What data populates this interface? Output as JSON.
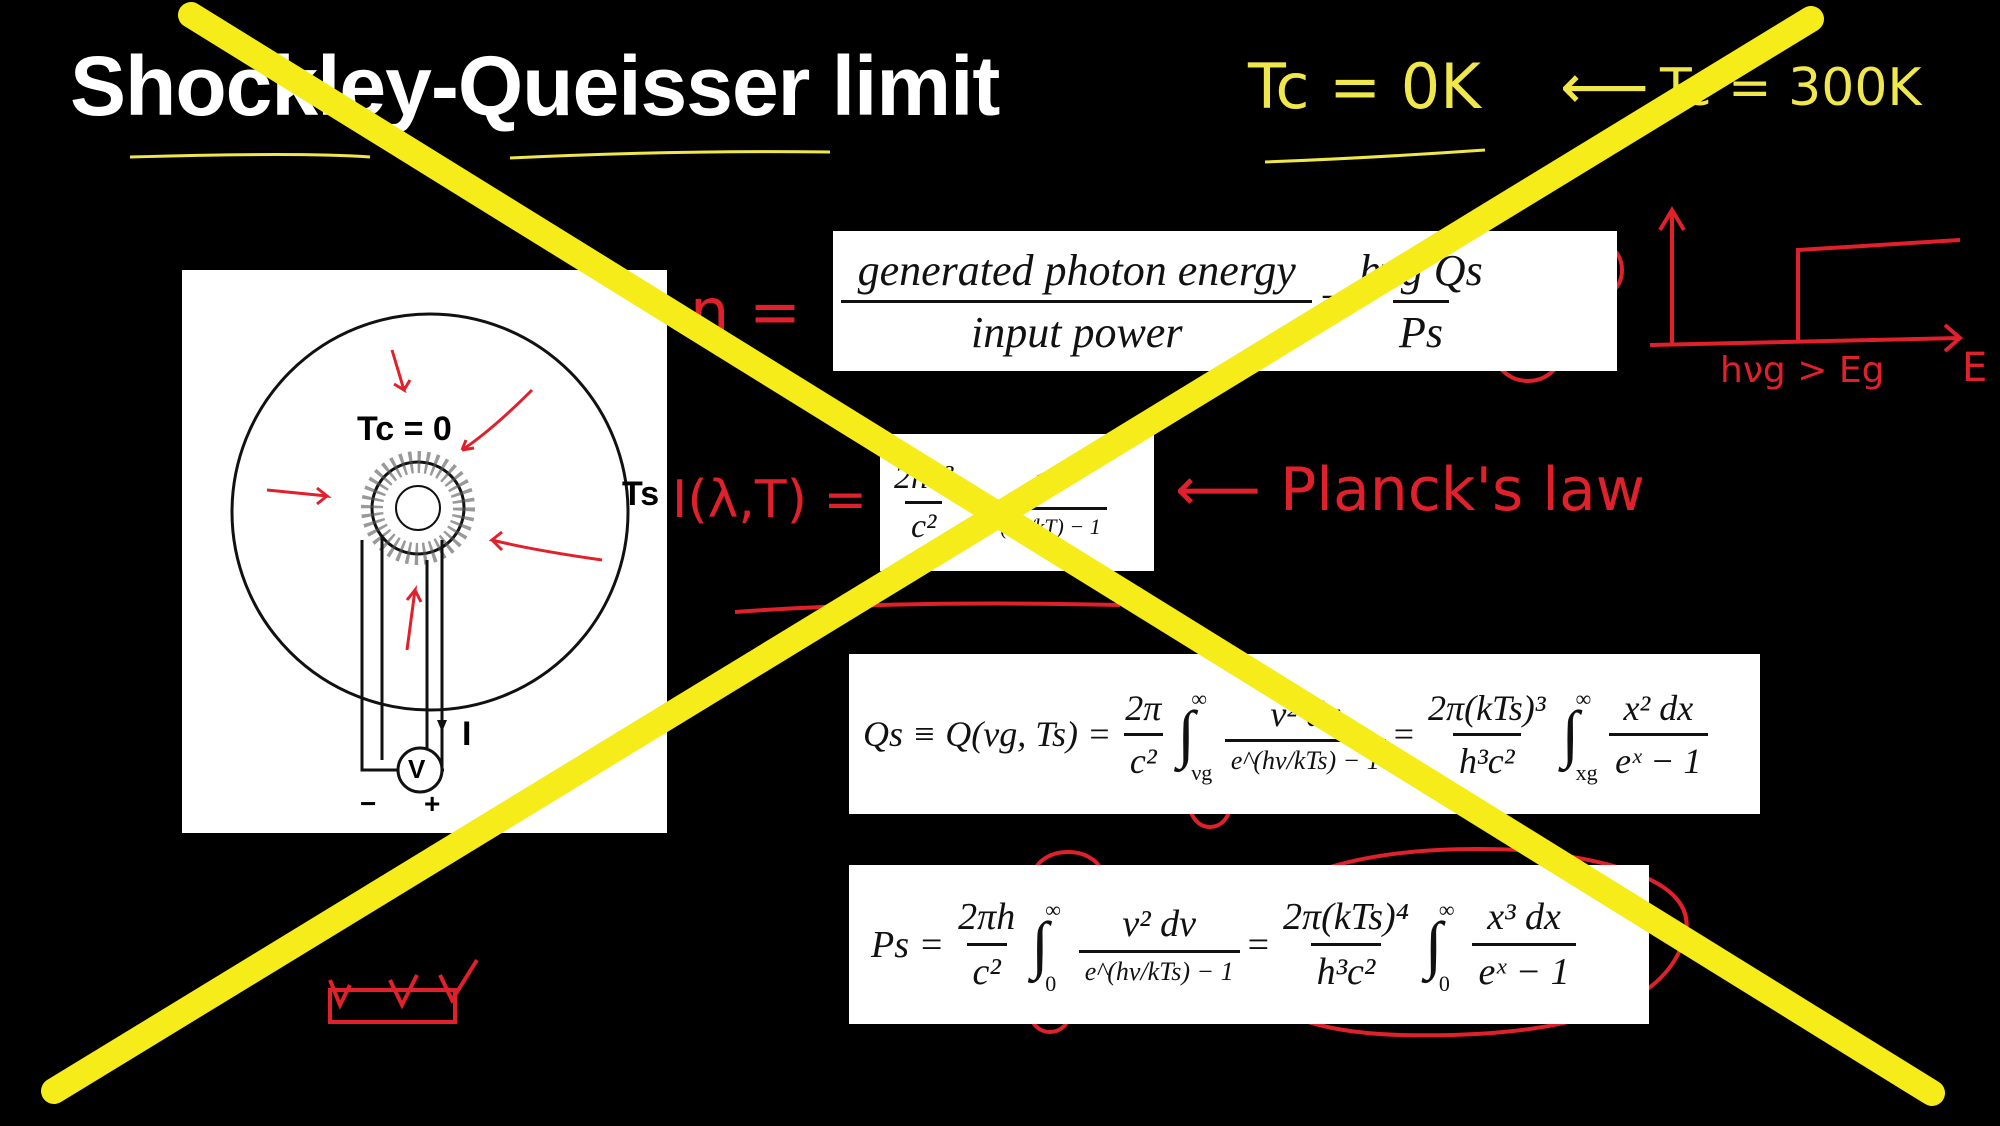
{
  "slide": {
    "title": "Shockley-Queisser limit",
    "annotations": {
      "tc_zero": "Tc = 0K",
      "arrow": "⟵",
      "tc_300": "Tc = 300K",
      "eta": "η =",
      "planck_lhs": "I(λ,T) =",
      "planck_label": "⟵ Planck's law",
      "graph_label": "hνg > Eg",
      "graph_axis": "E"
    },
    "diagram": {
      "tc_label": "Tc = 0",
      "ts_label": "Ts",
      "current_label": "I",
      "voltmeter": "V",
      "minus": "−",
      "plus": "+"
    },
    "eq_efficiency": {
      "num": "generated photon energy",
      "den": "input power",
      "eq": "=",
      "rhs_num": "hνg Qs",
      "rhs_den": "Ps"
    },
    "eq_planck": {
      "a_num": "2hν³",
      "a_den": "c²",
      "b_num": "1",
      "b_den": "e^(hν/kT) − 1"
    },
    "eq_qs": {
      "lhs": "Qs ≡ Q(νg, Ts) =",
      "a_num": "2π",
      "a_den": "c²",
      "int_upper": "∞",
      "int_lower": "νg",
      "b_num": "ν² dν",
      "b_den": "e^(hν/kTs) − 1",
      "eq": "=",
      "c_num": "2π(kTs)³",
      "c_den": "h³c²",
      "int2_upper": "∞",
      "int2_lower": "xg",
      "d_num": "x² dx",
      "d_den": "eˣ − 1"
    },
    "eq_ps": {
      "lhs": "Ps =",
      "a_num": "2πh",
      "a_den": "c²",
      "int_upper": "∞",
      "int_lower": "0",
      "b_num": "ν² dν",
      "b_den": "e^(hν/kTs) − 1",
      "eq": "=",
      "c_num": "2π(kTs)⁴",
      "c_den": "h³c²",
      "int2_upper": "∞",
      "int2_lower": "0",
      "d_num": "x³ dx",
      "d_den": "eˣ − 1"
    },
    "colors": {
      "background": "#000000",
      "ink_red": "#e0202a",
      "cross_yellow": "#f5ec1a",
      "note_yellow": "#f0e84a"
    }
  }
}
